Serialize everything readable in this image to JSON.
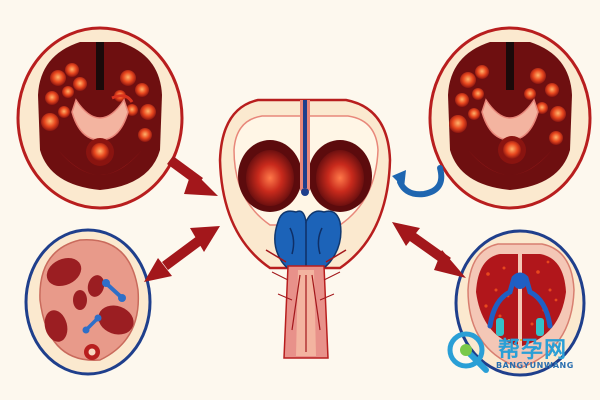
{
  "watermark": {
    "text": "帮孕网",
    "sub": "BANGYUNWANG"
  },
  "colors": {
    "background": "#fdf8ee",
    "arrow": "#a3171b",
    "tissue_dark": "#6e0f10",
    "tissue_red": "#c0281e",
    "follicle": "#e8471e",
    "ring_red": "#b81e1e",
    "ring_blue": "#1f3f8c",
    "watermark_blue": "#2a9fd6"
  },
  "panels": [
    {
      "id": "top-left",
      "kind": "ovary-cross-section"
    },
    {
      "id": "bottom-left",
      "kind": "cell-tissue"
    },
    {
      "id": "center",
      "kind": "uterus-diagram"
    },
    {
      "id": "top-right",
      "kind": "ovary-cross-section"
    },
    {
      "id": "bottom-right",
      "kind": "uterus-cross-section"
    }
  ]
}
